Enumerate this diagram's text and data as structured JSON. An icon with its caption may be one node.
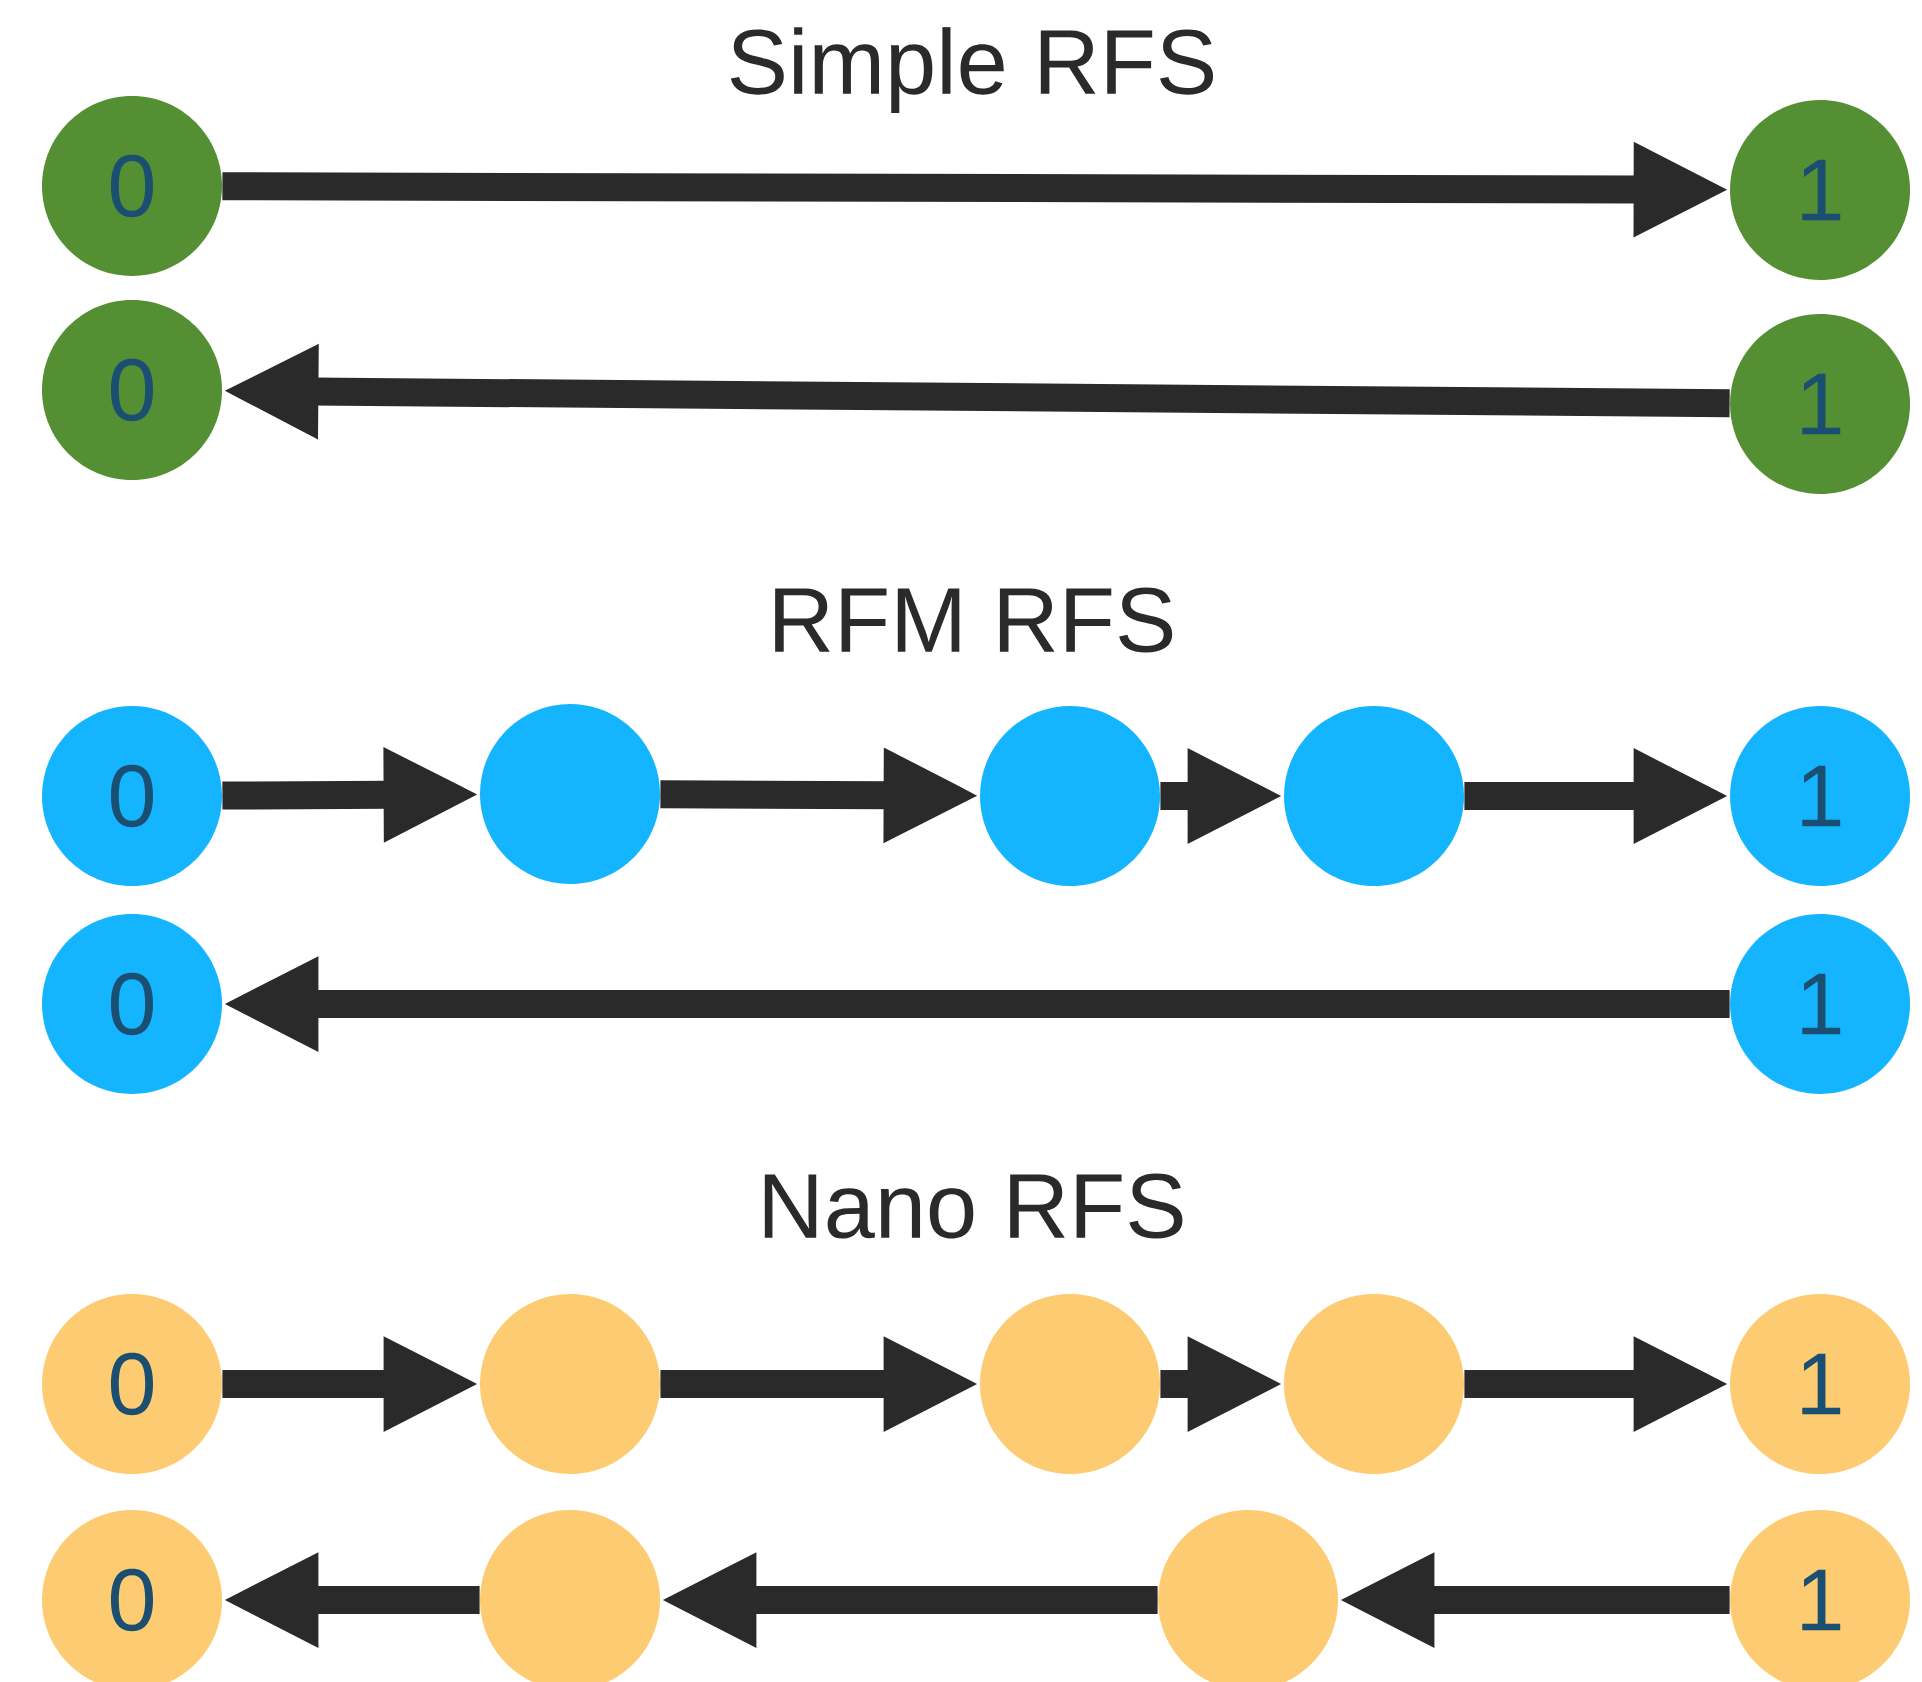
{
  "diagram": {
    "nodes": [
      {
        "text": [
          "0"
        ]
      },
      {
        "text": [
          "1"
        ]
      },
      {
        "text": [
          "0"
        ]
      },
      {
        "text": [
          "1"
        ]
      },
      {
        "text": [
          "0"
        ]
      },
      {
        "text": [],
        "shape": "circle"
      },
      {
        "text": [],
        "shape": "circle"
      },
      {
        "text": [],
        "shape": "circle"
      },
      {
        "text": [
          "1"
        ]
      },
      {
        "text": [
          "0"
        ]
      },
      {
        "text": [
          "1"
        ]
      },
      {
        "text": [
          "0"
        ]
      },
      {
        "text": [],
        "shape": "circle"
      },
      {
        "text": [],
        "shape": "circle"
      },
      {
        "text": [],
        "shape": "circle"
      },
      {
        "text": [
          "1"
        ]
      },
      {
        "text": [
          "0"
        ]
      },
      {
        "text": [],
        "shape": "circle"
      },
      {
        "text": [],
        "shape": "circle"
      },
      {
        "text": [
          "1"
        ]
      }
    ],
    "edges": [
      {
        "from": 0,
        "to": 1,
        "arrow": "to"
      },
      {
        "from": 3,
        "to": 2,
        "arrow": "to"
      },
      {
        "from": 4,
        "to": 5,
        "arrow": "to"
      },
      {
        "from": 5,
        "to": 6,
        "arrow": "to"
      },
      {
        "from": 6,
        "to": 7,
        "arrow": "to"
      },
      {
        "from": 7,
        "to": 8,
        "arrow": "to"
      },
      {
        "from": 10,
        "to": 9,
        "arrow": "to"
      },
      {
        "from": 11,
        "to": 12,
        "arrow": "to"
      },
      {
        "from": 12,
        "to": 13,
        "arrow": "to"
      },
      {
        "from": 13,
        "to": 14,
        "arrow": "to"
      },
      {
        "from": 14,
        "to": 15,
        "arrow": "to"
      },
      {
        "from": 19,
        "to": 18,
        "arrow": "to"
      },
      {
        "from": 18,
        "to": 17,
        "arrow": "to"
      },
      {
        "from": 17,
        "to": 16,
        "arrow": "to"
      }
    ],
    "labels": [
      "Simple RFS",
      "RFM RFS",
      "Nano RFS"
    ]
  }
}
